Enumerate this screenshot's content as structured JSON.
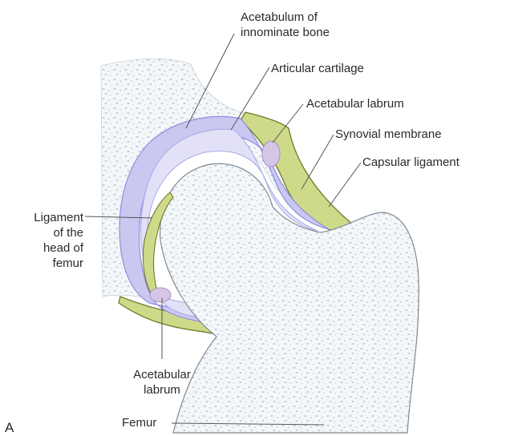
{
  "figure": {
    "panel_letter": "A",
    "labels": {
      "acetabulum_line1": "Acetabulum of",
      "acetabulum_line2": "innominate bone",
      "articular_cartilage": "Articular cartilage",
      "acetabular_labrum_top": "Acetabular labrum",
      "synovial_membrane": "Synovial membrane",
      "capsular_ligament": "Capsular ligament",
      "ligament_head_line1": "Ligament",
      "ligament_head_line2": "of the",
      "ligament_head_line3": "head of",
      "ligament_head_line4": "femur",
      "acetabular_labrum_bottom_line1": "Acetabular",
      "acetabular_labrum_bottom_line2": "labrum",
      "femur": "Femur"
    },
    "colors": {
      "bone_fill": "#f4f7fa",
      "bone_texture": "#b9c6cf",
      "cartilage": "#c9c8f0",
      "cartilage_edge": "#8f8edc",
      "synovial": "#a8a6e6",
      "capsule": "#cfd98a",
      "capsule_edge": "#6f7a2a",
      "label_line": "#555555"
    }
  }
}
